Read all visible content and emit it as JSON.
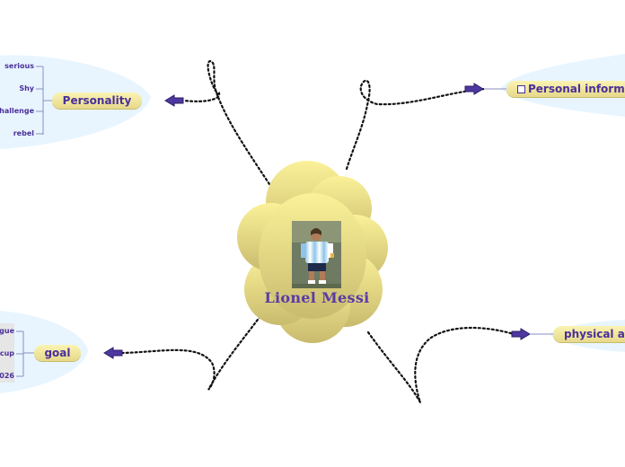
{
  "central": {
    "title": "Lionel Messi",
    "photo": "player-photo"
  },
  "branches": {
    "personality": {
      "label": "Personality",
      "leaves": [
        "serious",
        "Shy",
        "challenge",
        "rebel"
      ]
    },
    "personal_info": {
      "label": "Personal informat",
      "icon": "checkbox-icon"
    },
    "goal": {
      "label": "goal",
      "leaves": [
        "gue",
        "cup",
        "026"
      ]
    },
    "physical": {
      "label": "physical ap"
    }
  },
  "colors": {
    "cloud_top": "#fbf199",
    "cloud_bottom": "#c9bb6e",
    "pill_fill": "#f3e9a0",
    "text": "#4a2f9a",
    "arrow": "#5a3fa6",
    "halo": "#e8f5ff"
  }
}
